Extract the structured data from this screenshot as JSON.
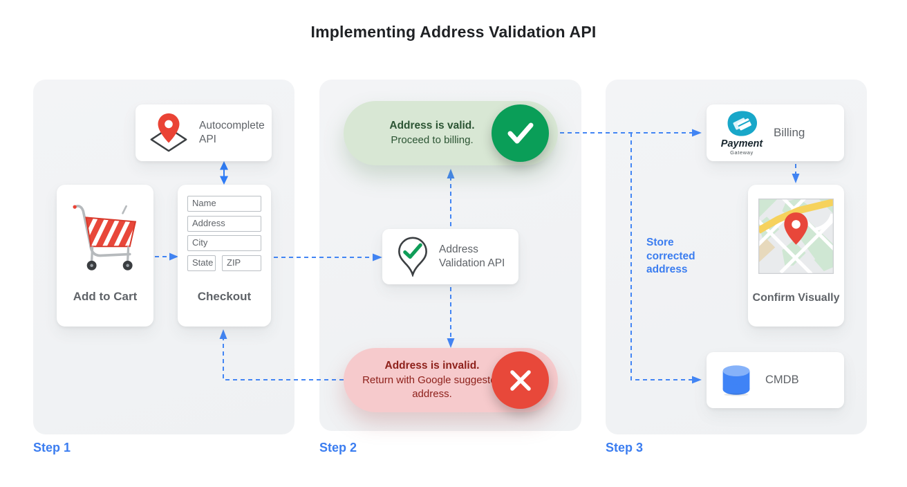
{
  "title": "Implementing Address Validation API",
  "accent_colors": {
    "blue": "#4285f4",
    "green": "#0f9d58",
    "red": "#ea4335",
    "green_pill_bg": "#d8e7d4",
    "red_pill_bg": "#f6cacc",
    "panel_bg": "#f1f3f4"
  },
  "step_labels": [
    "Step 1",
    "Step 2",
    "Step 3"
  ],
  "step1": {
    "autocomplete_card": {
      "label": "Autocomplete API",
      "icon": "map-pin-diamond-icon"
    },
    "add_to_cart_card": {
      "label": "Add to Cart",
      "icon": "shopping-cart-icon"
    },
    "checkout_card": {
      "label": "Checkout",
      "fields": {
        "name": "Name",
        "address": "Address",
        "city": "City",
        "state": "State",
        "zip": "ZIP"
      }
    }
  },
  "step2": {
    "valid_pill": {
      "heading": "Address is valid.",
      "body": "Proceed to billing.",
      "icon": "check-circle-icon"
    },
    "validation_card": {
      "label": "Address Validation API",
      "icon": "map-pin-check-icon"
    },
    "invalid_pill": {
      "heading": "Address is invalid.",
      "body": "Return with Google suggested address.",
      "icon": "x-circle-icon"
    }
  },
  "step3": {
    "billing_card": {
      "label": "Billing",
      "logo_primary": "Payment",
      "logo_secondary": "Gateway",
      "icon": "payment-gateway-logo"
    },
    "confirm_card": {
      "label": "Confirm Visually",
      "icon": "map-thumbnail"
    },
    "cmdb_card": {
      "label": "CMDB",
      "icon": "database-cylinder-icon"
    },
    "store_note": "Store corrected address"
  }
}
